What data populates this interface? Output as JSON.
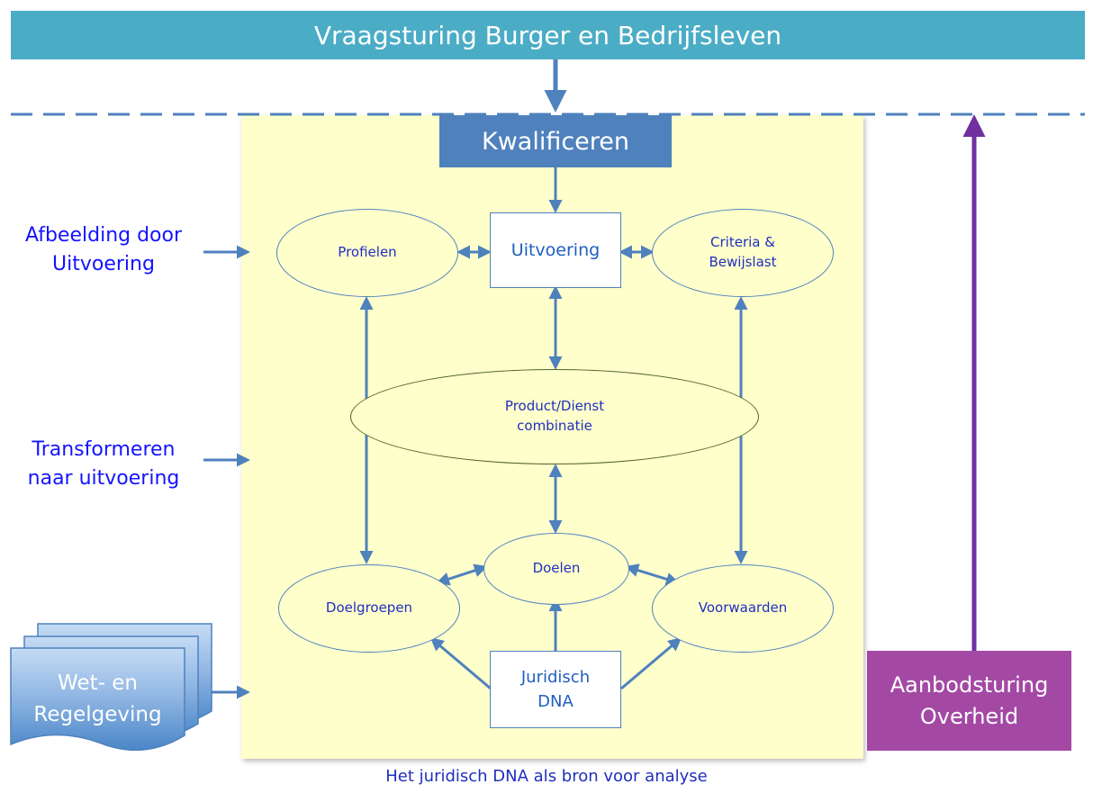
{
  "top_banner": "Vraagsturing Burger en Bedrijfsleven",
  "kwalificeren": "Kwalificeren",
  "uitvoering": "Uitvoering",
  "profielen": "Profielen",
  "criteria": [
    "Criteria &",
    "Bewijslast"
  ],
  "product_dienst": [
    "Product/Dienst",
    "combinatie"
  ],
  "doelen": "Doelen",
  "doelgroepen": "Doelgroepen",
  "voorwaarden": "Voorwaarden",
  "juridisch_dna": [
    "Juridisch",
    "DNA"
  ],
  "left_labels": {
    "afbeelding": [
      "Afbeelding door",
      "Uitvoering"
    ],
    "transformeren": [
      "Transformeren",
      "naar uitvoering"
    ],
    "wet": [
      "Wet- en",
      "Regelgeving"
    ]
  },
  "aanbodsturing": [
    "Aanbodsturing",
    "Overheid"
  ],
  "caption": "Het juridisch DNA als bron voor analyse",
  "colors": {
    "banner": "#4bacc6",
    "kwalificeren": "#4f81bd",
    "arrow": "#4f81bd",
    "panel": "#ffffcc",
    "aanbodsturing": "#a349a4",
    "side_text": "#1414ff"
  }
}
